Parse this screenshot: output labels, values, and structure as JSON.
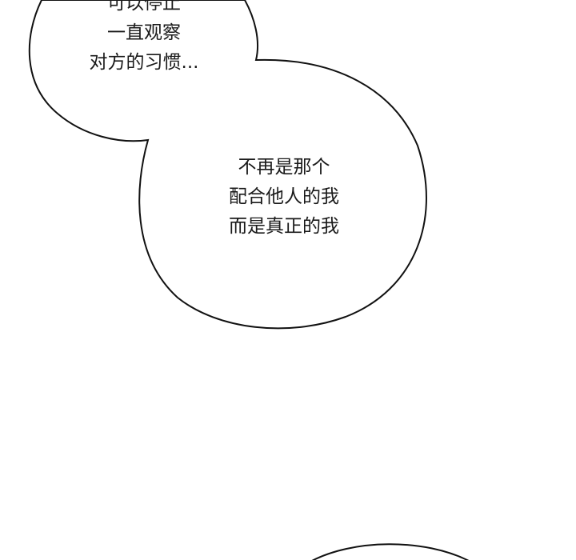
{
  "bubbles": [
    {
      "lines": [
        "可以停止",
        "一直观察",
        "对方的习惯..."
      ]
    },
    {
      "lines": [
        "不再是那个",
        "配合他人的我",
        "而是真正的我"
      ]
    }
  ],
  "colors": {
    "background": "#ffffff",
    "outline": "#111111",
    "text": "#1a1a1a"
  }
}
